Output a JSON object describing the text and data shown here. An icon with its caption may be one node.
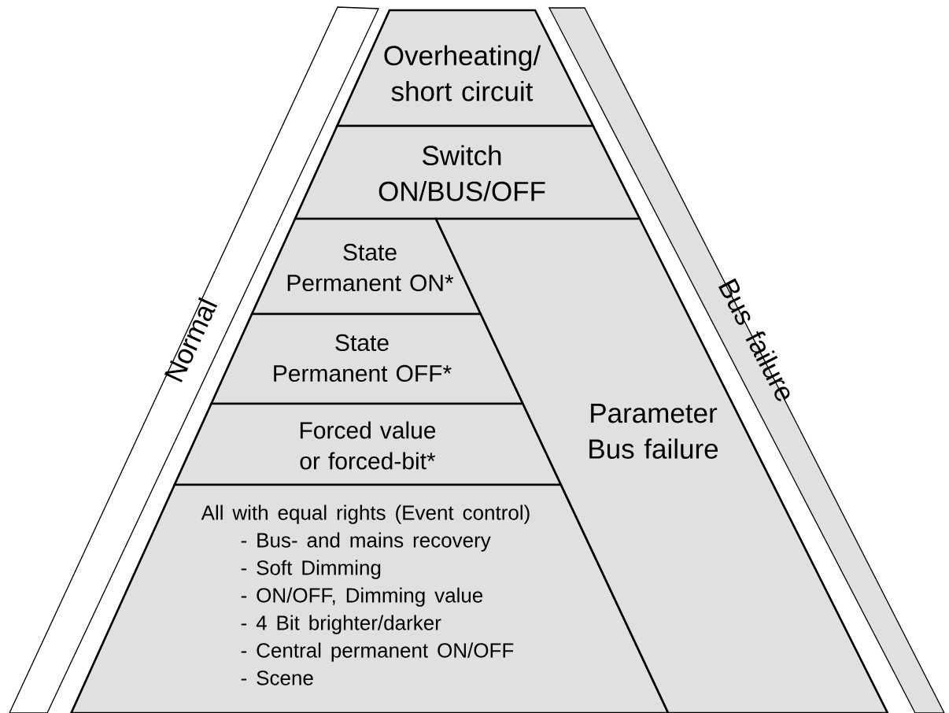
{
  "diagram": {
    "nodes": [
      {
        "text": [
          "Normal"
        ]
      },
      {
        "text": [
          "Overheating/ short circuit"
        ]
      },
      {
        "text": [
          "Switch ON/BUS/OFF"
        ]
      },
      {
        "text": [
          "State",
          "Permanent ON*"
        ]
      },
      {
        "text": [
          "State",
          "Permanent OFF*"
        ]
      },
      {
        "text": [
          "Forced value or forced-bit*"
        ]
      },
      {
        "text": [
          "All with equal rights (Event control)",
          "- Bus- and mains recovery",
          "- Soft Dimming",
          "- ON/OFF, Dimming value",
          "- 4 Bit brighter/darker",
          "- Central permanent ON/OFF",
          "- Scene"
        ]
      },
      {
        "text": [
          "Parameter Bus failure"
        ]
      },
      {
        "text": [
          "Bus failure"
        ]
      }
    ]
  }
}
